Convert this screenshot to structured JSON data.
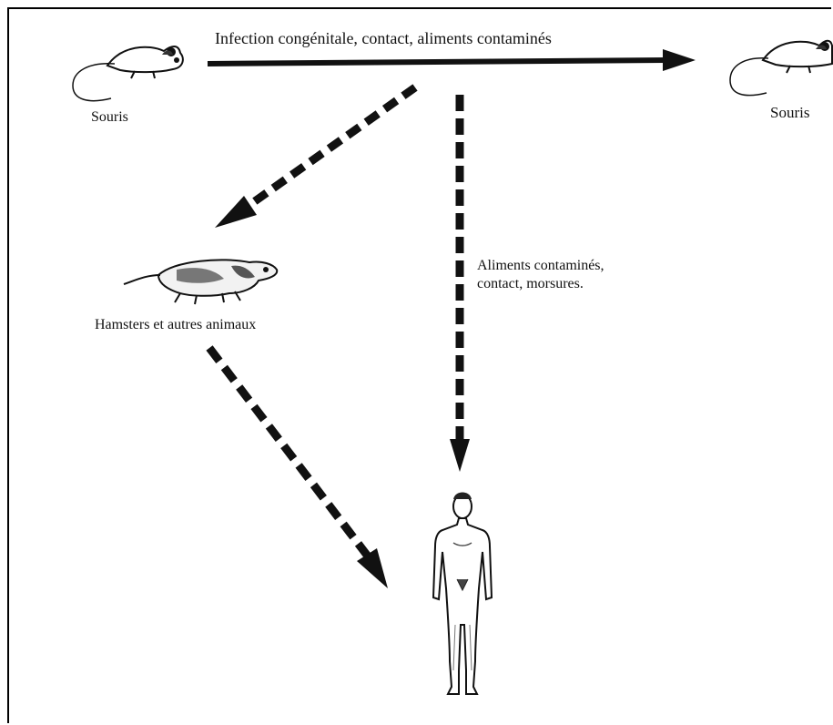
{
  "labels": {
    "top_arrow": "Infection congénitale, contact, aliments contaminés",
    "mouse_left": "Souris",
    "mouse_right": "Souris",
    "hamster": "Hamsters et autres animaux",
    "vertical_arrow_line1": "Aliments contaminés,",
    "vertical_arrow_line2": "contact, morsures."
  },
  "icons": {
    "mouse_left": "mouse-icon",
    "mouse_right": "mouse-icon",
    "hamster": "hamster-icon",
    "human": "human-figure-icon"
  },
  "colors": {
    "ink": "#111111",
    "background": "#ffffff"
  }
}
